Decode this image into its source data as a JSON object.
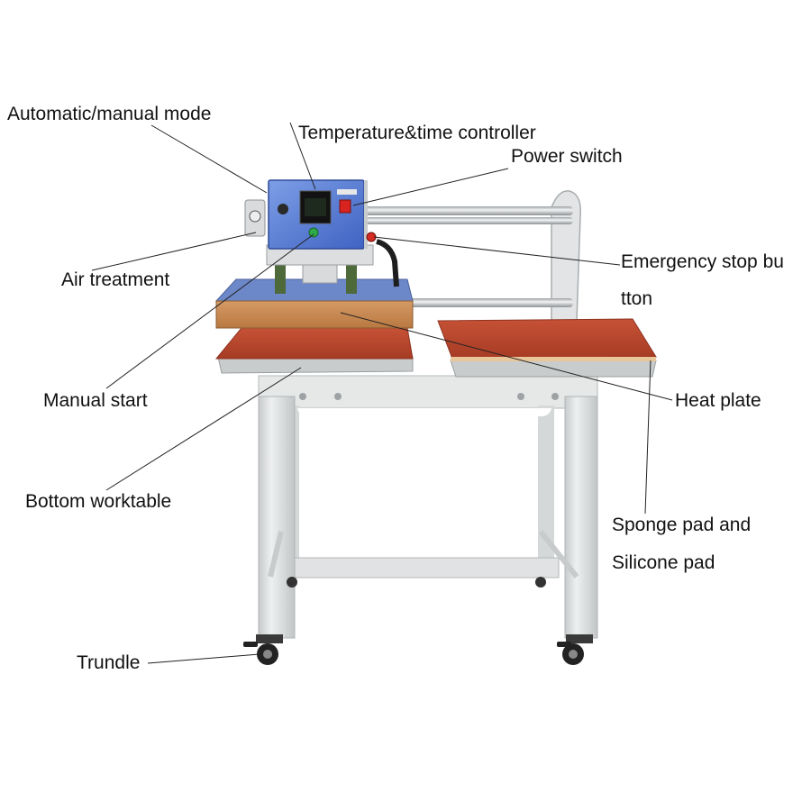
{
  "labels": {
    "auto_manual_mode": "Automatic/manual mode",
    "temp_time_controller": "Temperature&time controller",
    "power_switch": "Power switch",
    "air_treatment": "Air treatment",
    "emergency_stop_line1": "Emergency stop bu",
    "emergency_stop_line2": "tton",
    "manual_start": "Manual start",
    "heat_plate": "Heat plate",
    "bottom_worktable": "Bottom worktable",
    "sponge_pad_line1": "Sponge pad and",
    "sponge_pad_line2": "Silicone pad",
    "trundle": "Trundle"
  },
  "colors": {
    "frame": "#e3e4e4",
    "frame_shadow": "#b9bcbd",
    "control_box": "#5a7fd6",
    "heat_plate_wood": "#c98a55",
    "silicone_pad": "#b8452c",
    "steel_plate": "#c9cccd",
    "rail": "#cfd2d4",
    "leader_line": "#222222"
  }
}
